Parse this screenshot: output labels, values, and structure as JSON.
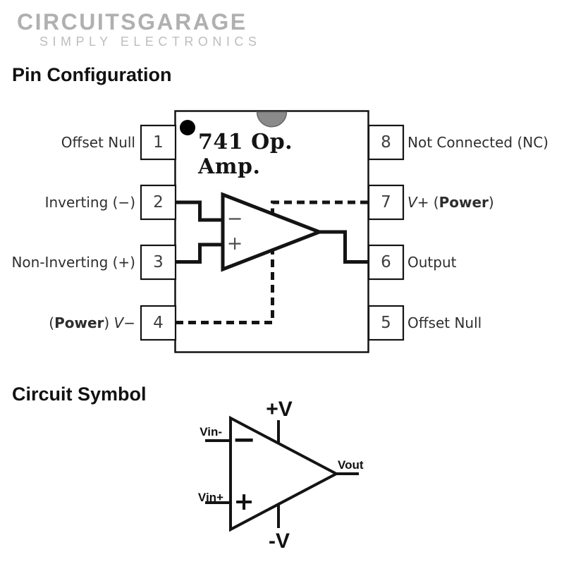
{
  "brand": {
    "name": "CIRCUITSGARAGE",
    "tagline": "SIMPLY ELECTRONICS"
  },
  "sections": {
    "pin_configuration": "Pin Configuration",
    "circuit_symbol": "Circuit Symbol"
  },
  "chip": {
    "title": "741 Op. Amp.",
    "pins_left": [
      {
        "number": "1",
        "segments": [
          {
            "t": "Offset Null",
            "s": "n"
          }
        ]
      },
      {
        "number": "2",
        "segments": [
          {
            "t": "Inverting (−)",
            "s": "n"
          }
        ]
      },
      {
        "number": "3",
        "segments": [
          {
            "t": "Non-Inverting (+)",
            "s": "n"
          }
        ]
      },
      {
        "number": "4",
        "segments": [
          {
            "t": "(",
            "s": "n"
          },
          {
            "t": "Power",
            "s": "b"
          },
          {
            "t": ") ",
            "s": "n"
          },
          {
            "t": "V",
            "s": "i"
          },
          {
            "t": "−",
            "s": "n"
          }
        ]
      }
    ],
    "pins_right": [
      {
        "number": "8",
        "segments": [
          {
            "t": "Not Connected (NC)",
            "s": "n"
          }
        ]
      },
      {
        "number": "7",
        "segments": [
          {
            "t": "V",
            "s": "i"
          },
          {
            "t": "+ (",
            "s": "n"
          },
          {
            "t": "Power",
            "s": "b"
          },
          {
            "t": ")",
            "s": "n"
          }
        ]
      },
      {
        "number": "6",
        "segments": [
          {
            "t": "Output",
            "s": "n"
          }
        ]
      },
      {
        "number": "5",
        "segments": [
          {
            "t": "Offset Null",
            "s": "n"
          }
        ]
      }
    ],
    "polarity": {
      "minus": "−",
      "plus": "+"
    }
  },
  "symbol": {
    "labels": {
      "v_plus": "+V",
      "v_minus": "-V",
      "vin_minus": "Vin-",
      "vin_plus": "Vin+",
      "vout": "Vout"
    },
    "polarity": {
      "minus": "−",
      "plus": "+"
    }
  },
  "colors": {
    "line": "#141414",
    "logo_gray": "#b0b0b0",
    "tagline_gray": "#bdbdbd",
    "notch_gray": "#8a8a8a",
    "label_text": "#2e2e2e"
  }
}
